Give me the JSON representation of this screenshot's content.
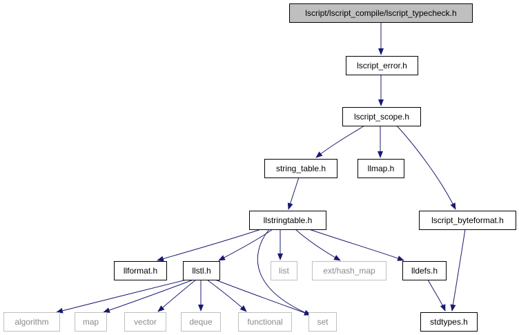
{
  "diagram": {
    "root": "lscript/lscript_compile/lscript_typecheck.h",
    "colors": {
      "edge": "#191970",
      "root_fill": "#bfbfbf",
      "node_border": "#000000",
      "missing_border": "#bfbfbf",
      "missing_text": "#8a8a8a"
    },
    "nodes": [
      {
        "id": "typecheck",
        "label": "lscript/lscript_compile/lscript_typecheck.h",
        "kind": "root"
      },
      {
        "id": "error",
        "label": "lscript_error.h",
        "kind": "normal"
      },
      {
        "id": "scope",
        "label": "lscript_scope.h",
        "kind": "normal"
      },
      {
        "id": "string_table",
        "label": "string_table.h",
        "kind": "normal"
      },
      {
        "id": "llmap",
        "label": "llmap.h",
        "kind": "normal"
      },
      {
        "id": "llstringtable",
        "label": "llstringtable.h",
        "kind": "normal"
      },
      {
        "id": "byteformat",
        "label": "lscript_byteformat.h",
        "kind": "normal"
      },
      {
        "id": "llformat",
        "label": "llformat.h",
        "kind": "normal"
      },
      {
        "id": "llstl",
        "label": "llstl.h",
        "kind": "normal"
      },
      {
        "id": "list",
        "label": "list",
        "kind": "missing"
      },
      {
        "id": "hash_map",
        "label": "ext/hash_map",
        "kind": "missing"
      },
      {
        "id": "lldefs",
        "label": "lldefs.h",
        "kind": "normal"
      },
      {
        "id": "algorithm",
        "label": "algorithm",
        "kind": "missing"
      },
      {
        "id": "map",
        "label": "map",
        "kind": "missing"
      },
      {
        "id": "vector",
        "label": "vector",
        "kind": "missing"
      },
      {
        "id": "deque",
        "label": "deque",
        "kind": "missing"
      },
      {
        "id": "functional",
        "label": "functional",
        "kind": "missing"
      },
      {
        "id": "set",
        "label": "set",
        "kind": "missing"
      },
      {
        "id": "stdtypes",
        "label": "stdtypes.h",
        "kind": "normal"
      }
    ],
    "edges": [
      [
        "typecheck",
        "error"
      ],
      [
        "error",
        "scope"
      ],
      [
        "scope",
        "string_table"
      ],
      [
        "scope",
        "llmap"
      ],
      [
        "scope",
        "byteformat"
      ],
      [
        "string_table",
        "llstringtable"
      ],
      [
        "llstringtable",
        "llformat"
      ],
      [
        "llstringtable",
        "llstl"
      ],
      [
        "llstringtable",
        "list"
      ],
      [
        "llstringtable",
        "hash_map"
      ],
      [
        "llstringtable",
        "lldefs"
      ],
      [
        "llstringtable",
        "set"
      ],
      [
        "llstl",
        "algorithm"
      ],
      [
        "llstl",
        "map"
      ],
      [
        "llstl",
        "vector"
      ],
      [
        "llstl",
        "deque"
      ],
      [
        "llstl",
        "functional"
      ],
      [
        "llstl",
        "set"
      ],
      [
        "lldefs",
        "stdtypes"
      ],
      [
        "byteformat",
        "stdtypes"
      ]
    ]
  }
}
